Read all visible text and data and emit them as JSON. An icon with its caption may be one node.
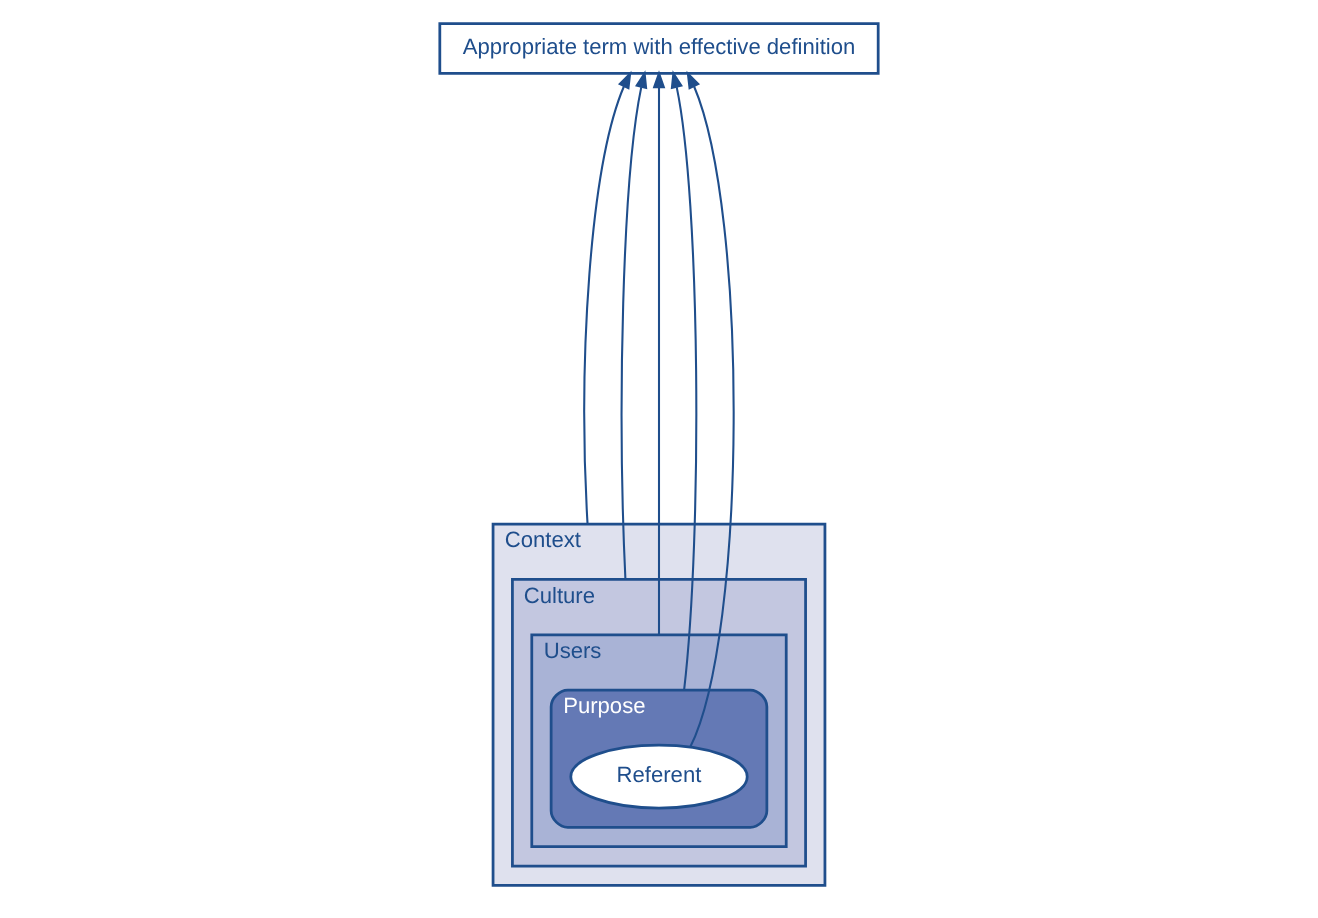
{
  "diagram": {
    "nodes": [
      {
        "text": [
          "Appropriate term with effective definition"
        ]
      },
      {
        "text": [
          "Context"
        ]
      },
      {
        "text": [
          "Culture"
        ],
        "in": 1
      },
      {
        "text": [
          "Users"
        ],
        "in": 2
      },
      {
        "text": [
          "Purpose"
        ],
        "in": 3
      },
      {
        "text": [
          "Referent"
        ],
        "in": 4
      }
    ],
    "edges": [
      {
        "from": 1,
        "to": 0,
        "arrow": "to"
      },
      {
        "from": 2,
        "to": 0,
        "arrow": "to"
      },
      {
        "from": 3,
        "to": 0,
        "arrow": "to"
      },
      {
        "from": 4,
        "to": 0,
        "arrow": "to"
      },
      {
        "from": 5,
        "to": 0,
        "arrow": "to"
      }
    ]
  }
}
